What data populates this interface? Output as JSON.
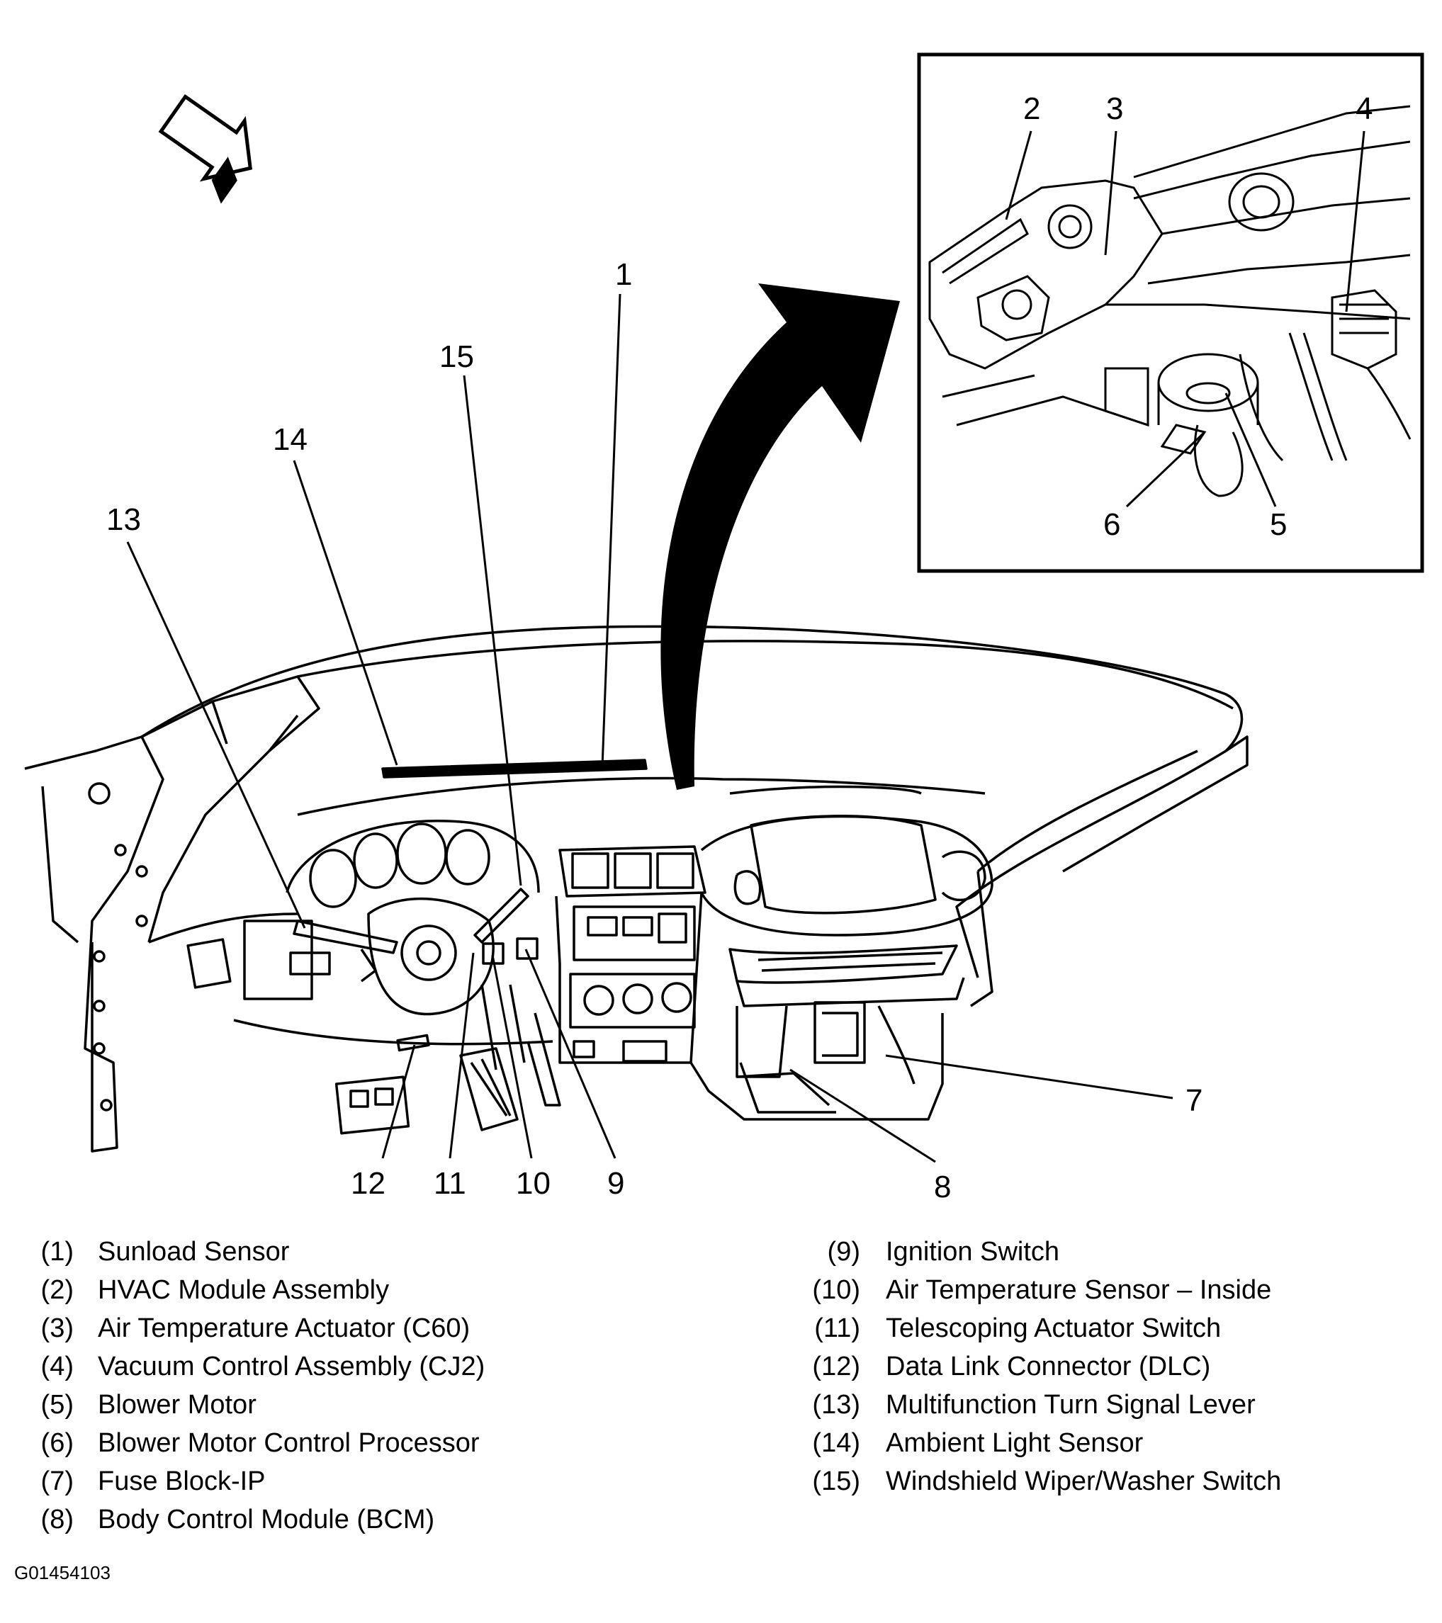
{
  "callouts": [
    "1",
    "2",
    "3",
    "4",
    "5",
    "6",
    "7",
    "8",
    "9",
    "10",
    "11",
    "12",
    "13",
    "14",
    "15"
  ],
  "legend": {
    "left": [
      {
        "num": "(1)",
        "text": "Sunload Sensor"
      },
      {
        "num": "(2)",
        "text": "HVAC Module Assembly"
      },
      {
        "num": "(3)",
        "text": "Air Temperature Actuator (C60)"
      },
      {
        "num": "(4)",
        "text": "Vacuum Control Assembly (CJ2)"
      },
      {
        "num": "(5)",
        "text": "Blower Motor"
      },
      {
        "num": "(6)",
        "text": "Blower Motor Control Processor"
      },
      {
        "num": "(7)",
        "text": "Fuse Block-IP"
      },
      {
        "num": "(8)",
        "text": "Body Control Module (BCM)"
      }
    ],
    "right": [
      {
        "num": "(9)",
        "text": "Ignition Switch"
      },
      {
        "num": "(10)",
        "text": "Air Temperature Sensor – Inside"
      },
      {
        "num": "(11)",
        "text": "Telescoping Actuator Switch"
      },
      {
        "num": "(12)",
        "text": "Data Link Connector (DLC)"
      },
      {
        "num": "(13)",
        "text": "Multifunction Turn Signal Lever"
      },
      {
        "num": "(14)",
        "text": "Ambient Light Sensor"
      },
      {
        "num": "(15)",
        "text": "Windshield Wiper/Washer Switch"
      }
    ]
  },
  "figure_code": "G01454103"
}
